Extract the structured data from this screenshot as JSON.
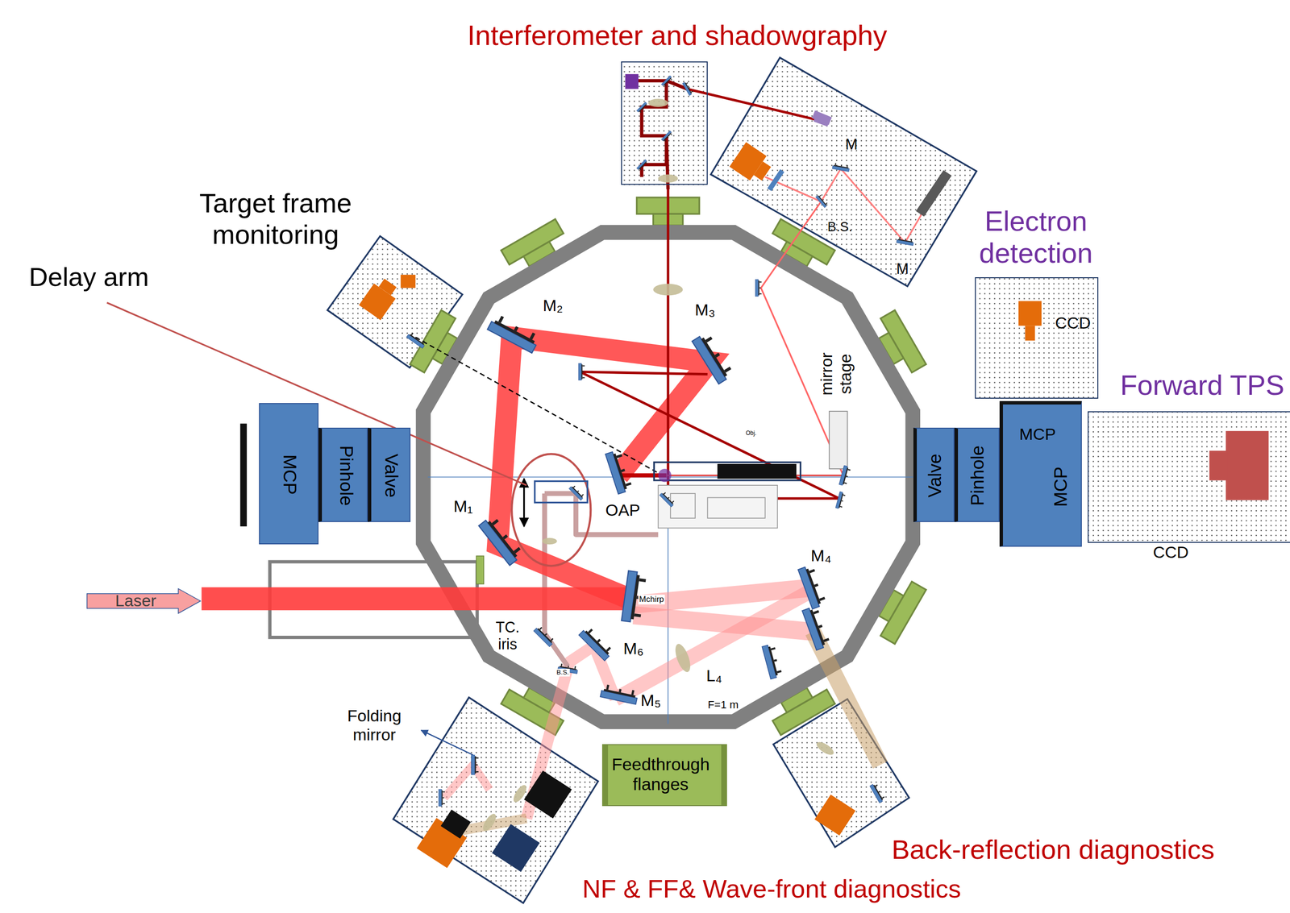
{
  "diagram": {
    "nodes": [
      {
        "text": [
          "Interferometer and shadowgraphy"
        ]
      },
      {
        "text": [
          "Target frame monitoring"
        ]
      },
      {
        "text": [
          "Electron detection",
          "CCD"
        ]
      },
      {
        "text": [
          "Forward TPS",
          "CCD"
        ]
      },
      {
        "text": [
          "MCP"
        ]
      },
      {
        "text": [
          "Pinhole"
        ]
      },
      {
        "text": [
          "Valve"
        ]
      },
      {
        "text": [
          "Valve"
        ]
      },
      {
        "text": [
          "Pinhole"
        ]
      },
      {
        "text": [
          "MCP",
          "MCP"
        ]
      },
      {
        "text": [
          "Laser"
        ]
      },
      {
        "text": [
          "Feedthrough flanges"
        ]
      },
      {
        "text": [
          "NF & FF& Wave-front diagnostics"
        ]
      },
      {
        "text": [
          "Back-reflection diagnostics"
        ]
      }
    ],
    "labels": [
      "Delay arm",
      "M₂",
      "M₃",
      "M₁",
      "OAP",
      "Mchirp",
      "M₄",
      "TC. iris",
      "M₆",
      "L₄",
      "B.S.",
      "M₅",
      "F=1 m",
      "mirror stage",
      "Obj.",
      "M",
      "B.S.",
      "M",
      "Folding mirror"
    ]
  }
}
